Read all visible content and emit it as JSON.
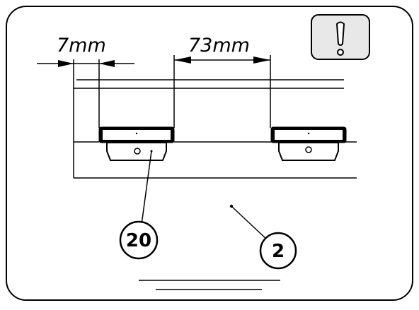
{
  "dimensions": {
    "left_gap": "7mm",
    "spacing": "73mm"
  },
  "callouts": {
    "part_20": "20",
    "part_2": "2"
  },
  "icons": {
    "warning": "exclamation-warning-icon"
  },
  "colors": {
    "line": "#000000",
    "warning_fill": "#e8e8e8",
    "bracket_face": "#ffffff"
  }
}
